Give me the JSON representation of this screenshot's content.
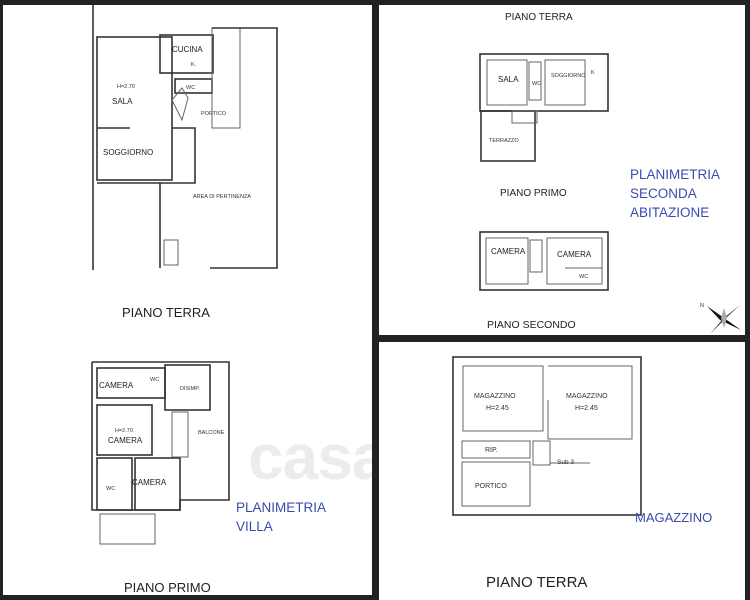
{
  "villa_ground": {
    "title": "PIANO TERRA",
    "rooms": {
      "cucina": "CUCINA",
      "k": "K.",
      "height": "H=2.70",
      "sala": "SALA",
      "wc": "WC",
      "portico": "PORTICO",
      "soggiorno": "SOGGIORNO",
      "area": "AREA DI PERTINENZA"
    }
  },
  "villa_first": {
    "title": "PIANO PRIMO",
    "rooms": {
      "camera1": "CAMERA",
      "wc1": "WC",
      "disimp": "DISIMP.",
      "height": "H=2.70",
      "camera2": "CAMERA",
      "balcone": "BALCONE",
      "wc2": "WC",
      "camera3": "CAMERA"
    },
    "caption": [
      "PLANIMETRIA",
      "VILLA"
    ]
  },
  "second_home": {
    "ground_title": "PIANO TERRA",
    "first_title": "PIANO PRIMO",
    "second_title": "PIANO SECONDO",
    "ground_rooms": {
      "sala": "SALA",
      "wc": "WC",
      "soggiorno": "SOGGIORNO",
      "k": "K",
      "terrazzo": "TERRAZZO"
    },
    "second_rooms": {
      "camera1": "CAMERA",
      "camera2": "CAMERA",
      "wc": "WC"
    },
    "caption": [
      "PLANIMETRIA",
      "SECONDA",
      "ABITAZIONE"
    ],
    "compass_label": "N"
  },
  "warehouse": {
    "title": "PIANO TERRA",
    "rooms": {
      "mag1": "MAGAZZINO",
      "h1": "H=2.45",
      "mag2": "MAGAZZINO",
      "h2": "H=2.45",
      "rip": "RIP.",
      "portico": "PORTICO",
      "sub": "Sub 3"
    },
    "caption": "MAGAZZINO"
  },
  "watermark": "casa.it"
}
